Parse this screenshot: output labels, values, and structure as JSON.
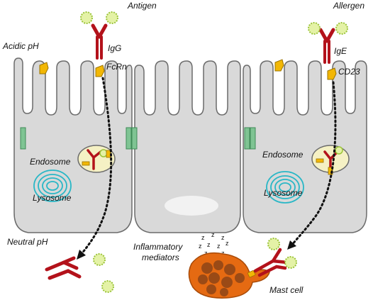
{
  "labels": {
    "antigen": "Antigen",
    "allergen": "Allergen",
    "acidic_ph": "Acidic pH",
    "igg": "IgG",
    "fcrn": "FcRn",
    "ige": "IgE",
    "cd23": "CD23",
    "endosome_left": "Endosome",
    "endosome_right": "Endosome",
    "lysosome_left": "Lysosome",
    "lysosome_right": "Lysosome",
    "neutral_ph": "Neutral pH",
    "inflammatory_line1": "Inflammatory",
    "inflammatory_line2": "mediators",
    "mast_cell": "Mast cell"
  },
  "colors": {
    "cell_fill": "#d9d9d9",
    "cell_stroke": "#6b6b6b",
    "antibody": "#b3121b",
    "antigen_fill": "#e4f2a6",
    "antigen_stroke": "#9cc43a",
    "receptor": "#f2b705",
    "junction": "#7fc493",
    "lysosome": "#29b7c6",
    "endosome_fill": "#f5f1c4",
    "mast_cell": "#e56a12",
    "granule": "#9a4a16"
  }
}
